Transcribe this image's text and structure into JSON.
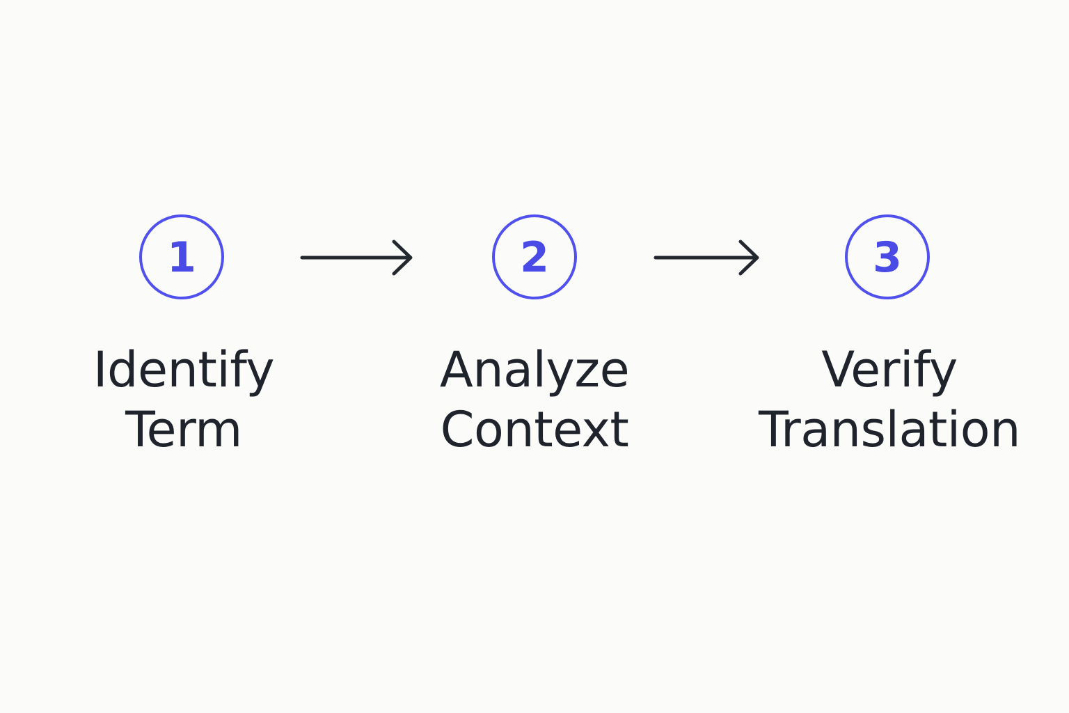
{
  "steps": [
    {
      "number": "1",
      "label_line1": "Identify",
      "label_line2": "Term"
    },
    {
      "number": "2",
      "label_line1": "Analyze",
      "label_line2": "Context"
    },
    {
      "number": "3",
      "label_line1": "Verify",
      "label_line2": "Translation"
    }
  ],
  "colors": {
    "background": "#fbfbf9",
    "accent": "#5050ee",
    "text": "#1f232b",
    "arrow": "#23272e"
  },
  "icons": {
    "connector": "arrow-right-icon"
  }
}
